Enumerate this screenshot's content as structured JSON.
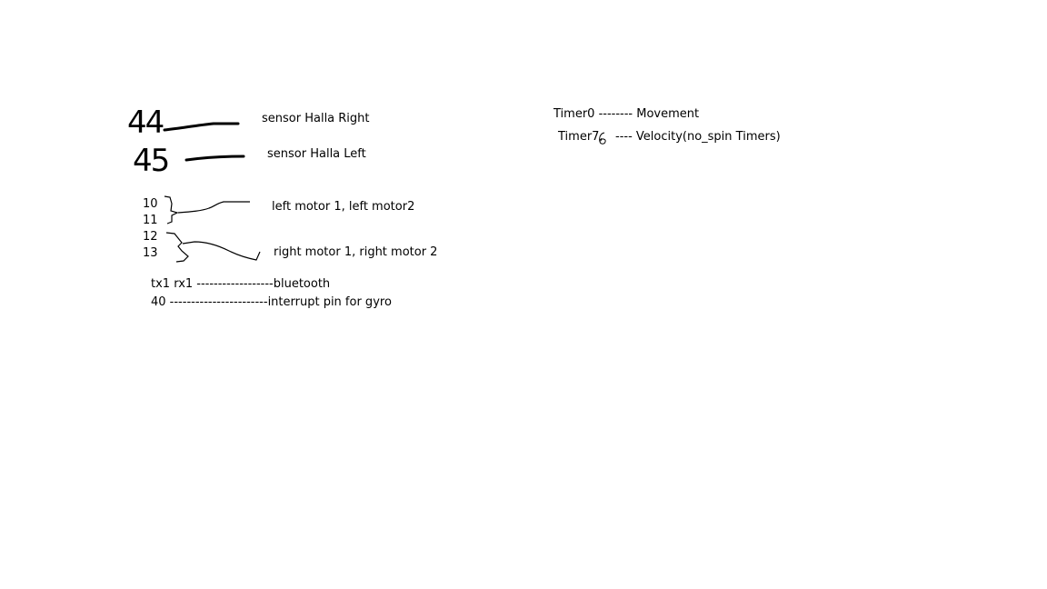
{
  "hall_sensors": [
    {
      "pin": "44",
      "label": "sensor Halla Right"
    },
    {
      "pin": "45",
      "label": "sensor Halla Left"
    }
  ],
  "motors": {
    "left": {
      "pins": [
        "10",
        "11"
      ],
      "label": "left motor 1, left motor2"
    },
    "right": {
      "pins": [
        "12",
        "13"
      ],
      "label": "right motor 1, right motor 2"
    }
  },
  "serial": {
    "bluetooth": "tx1 rx1 ------------------bluetooth",
    "gyro": "40 -----------------------interrupt pin for gyro"
  },
  "timers": {
    "timer0": "Timer0 -------- Movement",
    "timer7_prefix": "Timer7,",
    "timer7_suffix": "---- Velocity(no_spin Timers)"
  },
  "colors": {
    "ink": "#000000",
    "background": "#ffffff"
  }
}
